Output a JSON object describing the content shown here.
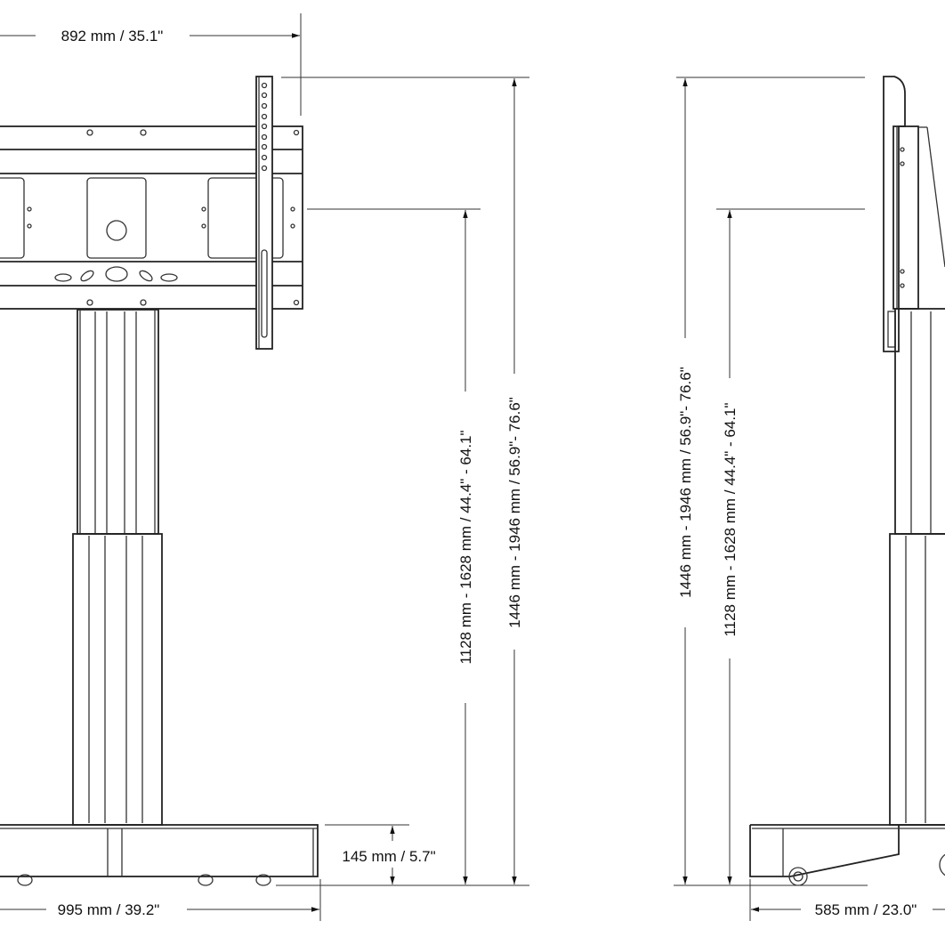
{
  "dimensions": {
    "mount_width": "892 mm / 35.1\"",
    "screen_center_height_range": "1128 mm  - 1628 mm / 44.4\" - 64.1\"",
    "top_height_range": "1446 mm - 1946 mm / 56.9\"- 76.6\"",
    "base_height": "145 mm / 5.7\"",
    "base_width": "995 mm / 39.2\"",
    "base_depth": "585 mm / 23.0\"",
    "side_top_height_range": "1446 mm - 1946 mm / 56.9\"- 76.6\"",
    "side_screen_center_height_range": "1128 mm  - 1628 mm / 44.4\" - 64.1\""
  }
}
